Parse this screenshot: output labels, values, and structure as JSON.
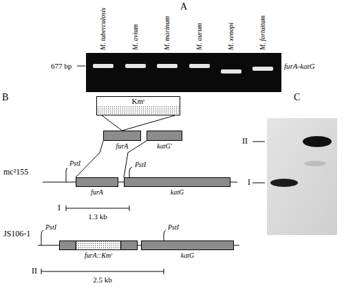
{
  "diagram": {
    "nodes": [
      {
        "text": [
          "Kmʳ"
        ]
      },
      {
        "text": [
          "furA"
        ]
      },
      {
        "text": [
          "katG'"
        ]
      },
      {
        "text": [
          "furA"
        ]
      },
      {
        "text": [
          "katG"
        ]
      },
      {
        "text": [
          "furA::Kmʳ"
        ]
      },
      {
        "text": [
          "katG"
        ]
      }
    ],
    "edges": [
      {
        "from": 0,
        "to": 1,
        "arrow": "none"
      },
      {
        "from": 1,
        "to": 3,
        "arrow": "none"
      },
      {
        "from": 2,
        "to": 4,
        "arrow": "none"
      }
    ],
    "labels": [
      "A",
      "M. tuberculosis",
      "M. avium",
      "M. marinum",
      "M. aurum",
      "M. xenopi",
      "M. fortuitum",
      "677 bp",
      "furA-katG",
      "B",
      "mc²155",
      "PstI",
      "PstI",
      "I",
      "1.3 kb",
      "JS106-1",
      "PstI",
      "PstI",
      "II",
      "2.5 kb",
      "C",
      "II",
      "I"
    ]
  }
}
